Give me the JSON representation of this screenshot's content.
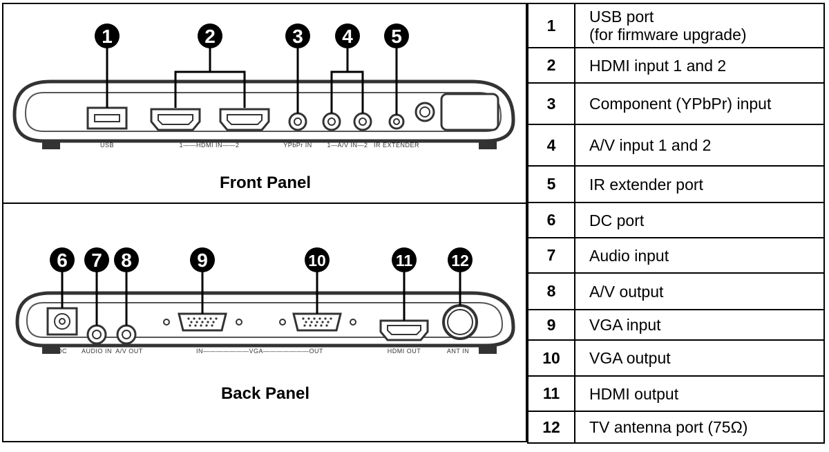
{
  "front_panel": {
    "title": "Front Panel",
    "port_labels": {
      "usb": "USB",
      "hdmi_in": "1——HDMI IN——2",
      "ypbpr_in": "YPbPr IN",
      "av_in": "1—A/V IN—2",
      "ir_extender": "IR EXTENDER"
    },
    "callouts": [
      "1",
      "2",
      "3",
      "4",
      "5"
    ]
  },
  "back_panel": {
    "title": "Back Panel",
    "port_labels": {
      "dc": "DC",
      "audio_in": "AUDIO IN",
      "av_out": "A/V OUT",
      "vga": "IN———————VGA———————OUT",
      "hdmi_out": "HDMI OUT",
      "ant_in": "ANT IN"
    },
    "callouts": [
      "6",
      "7",
      "8",
      "9",
      "10",
      "11",
      "12"
    ]
  },
  "legend": [
    {
      "num": "1",
      "desc_line1": "USB port",
      "desc_line2": "(for firmware upgrade)"
    },
    {
      "num": "2",
      "desc_line1": "HDMI input 1 and 2"
    },
    {
      "num": "3",
      "desc_line1": "Component (YPbPr) input"
    },
    {
      "num": "4",
      "desc_line1": "A/V input 1 and 2"
    },
    {
      "num": "5",
      "desc_line1": "IR extender port"
    },
    {
      "num": "6",
      "desc_line1": "DC port"
    },
    {
      "num": "7",
      "desc_line1": "Audio input"
    },
    {
      "num": "8",
      "desc_line1": "A/V output"
    },
    {
      "num": "9",
      "desc_line1": "VGA input"
    },
    {
      "num": "10",
      "desc_line1": "VGA output"
    },
    {
      "num": "11",
      "desc_line1": "HDMI output"
    },
    {
      "num": "12",
      "desc_line1": "TV antenna port (75Ω)"
    }
  ]
}
